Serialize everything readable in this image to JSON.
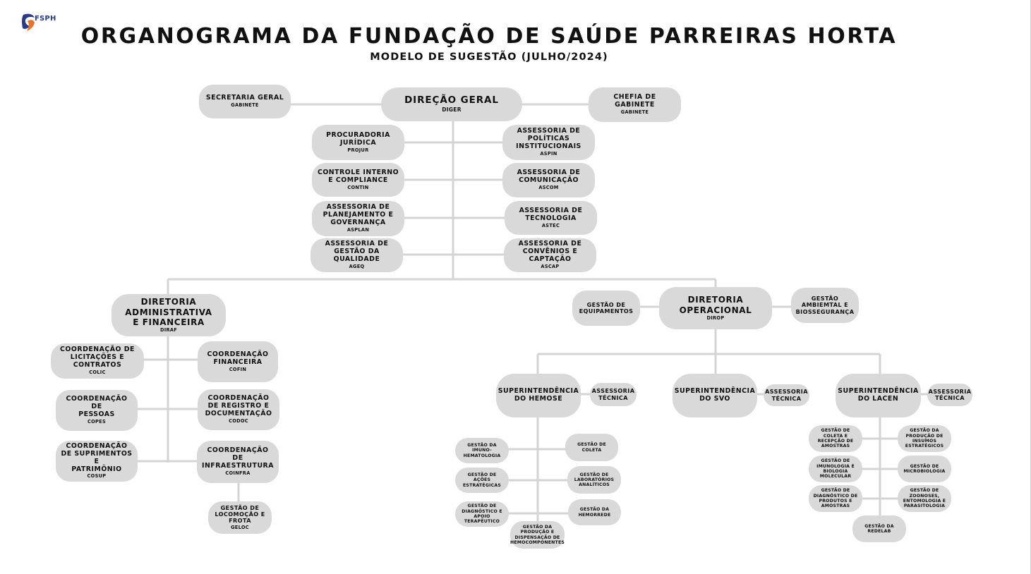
{
  "brand": {
    "logo_text": "FSPH",
    "colors": {
      "blue": "#2a3a8c",
      "orange": "#e8742b",
      "node": "#d9d9d9",
      "line": "#d4d4d4"
    }
  },
  "header": {
    "title": "ORGANOGRAMA DA FUNDAÇÃO DE SAÚDE PARREIRAS HORTA",
    "subtitle": "MODELO DE SUGESTÃO (JULHO/2024)"
  },
  "nodes": {
    "secretaria": {
      "title": "SECRETARIA GERAL",
      "sub": "GABINETE"
    },
    "diger": {
      "title": "DIREÇÃO GERAL",
      "sub": "DIGER"
    },
    "chefia": {
      "title": "CHEFIA DE\nGABINETE",
      "sub": "GABINETE"
    },
    "projur": {
      "title": "PROCURADORIA\nJURÍDICA",
      "sub": "PROJUR"
    },
    "contin": {
      "title": "CONTROLE INTERNO\nE COMPLIANCE",
      "sub": "CONTIN"
    },
    "asplan": {
      "title": "ASSESSORIA DE\nPLANEJAMENTO E\nGOVERNANÇA",
      "sub": "ASPLAN"
    },
    "ageq": {
      "title": "ASSESSORIA DE\nGESTÃO DA\nQUALIDADE",
      "sub": "AGEQ"
    },
    "aspin": {
      "title": "ASSESSORIA DE\nPOLÍTICAS\nINSTITUCIONAIS",
      "sub": "ASPIN"
    },
    "ascom": {
      "title": "ASSESSORIA DE\nCOMUNICAÇÃO",
      "sub": "ASCOM"
    },
    "astec": {
      "title": "ASSESSORIA DE\nTECNOLOGIA",
      "sub": "ASTEC"
    },
    "ascap": {
      "title": "ASSESSORIA DE\nCONVÊNIOS E\nCAPTAÇÃO",
      "sub": "ASCAP"
    },
    "diraf": {
      "title": "DIRETORIA\nADMINISTRATIVA\nE FINANCEIRA",
      "sub": "DIRAF"
    },
    "colic": {
      "title": "COORDENAÇÃO DE\nLICITAÇÕES E\nCONTRATOS",
      "sub": "COLIC"
    },
    "copes": {
      "title": "COORDENAÇÃO DE\nPESSOAS",
      "sub": "COPES"
    },
    "cosup": {
      "title": "COORDENAÇÃO\nDE SUPRIMENTOS E\nPATRIMÔNIO",
      "sub": "COSUP"
    },
    "cofin": {
      "title": "COORDENAÇÃO\nFINANCEIRA",
      "sub": "COFIN"
    },
    "codoc": {
      "title": "COORDENAÇÃO\nDE REGISTRO E\nDOCUMENTAÇÃO",
      "sub": "CODOC"
    },
    "coinfra": {
      "title": "COORDENAÇÃO DE\nINFRAESTRUTURA",
      "sub": "COINFRA"
    },
    "geloc": {
      "title": "GESTÃO DE\nLOCOMOÇÃO E\nFROTA",
      "sub": "GELOC"
    },
    "dirop": {
      "title": "DIRETORIA\nOPERACIONAL",
      "sub": "DIROP"
    },
    "gequip": {
      "title": "GESTÃO DE\nEQUIPAMENTOS",
      "sub": ""
    },
    "gamb": {
      "title": "GESTÃO\nAMBIEMTAL E\nBIOSSEGURANÇA",
      "sub": ""
    },
    "hemose": {
      "title": "SUPERINTENDÊNCIA\nDO HEMOSE",
      "sub": ""
    },
    "tec_hemose": {
      "title": "ASSESSORIA\nTÉCNICA",
      "sub": ""
    },
    "svo": {
      "title": "SUPERINTENDÊNCIA\nDO SVO",
      "sub": ""
    },
    "tec_svo": {
      "title": "ASSESSORIA\nTÉCNICA",
      "sub": ""
    },
    "lacen": {
      "title": "SUPERINTENDÊNCIA\nDO LACEN",
      "sub": ""
    },
    "tec_lacen": {
      "title": "ASSESSORIA\nTÉCNICA",
      "sub": ""
    },
    "h_imuno": {
      "title": "GESTÃO DA\nIMUNO-\nHEMATOLOGIA",
      "sub": ""
    },
    "h_acoes": {
      "title": "GESTÃO DE AÇÕES\nESTRATÉGICAS",
      "sub": ""
    },
    "h_diag": {
      "title": "GESTÃO DE\nDIAGNÓSTICO E\nAPOIO\nTERAPÊUTICO",
      "sub": ""
    },
    "h_coleta": {
      "title": "GESTÃO DE\nCOLETA",
      "sub": ""
    },
    "h_lab": {
      "title": "GESTÃO DE\nLABORATÓRIOS\nANALÍTICOS",
      "sub": ""
    },
    "h_hemorrede": {
      "title": "GESTÃO DA\nHEMORREDE",
      "sub": ""
    },
    "h_producao": {
      "title": "GESTÃO DA\nPRODUÇÃO E\nDISPENSAÇÃO DE\nHEMOCOMPONENTES",
      "sub": ""
    },
    "l_coleta": {
      "title": "GESTÃO DE\nCOLETA E\nRECEPÇÃO DE\nAMOSTRAS",
      "sub": ""
    },
    "l_imuno": {
      "title": "GESTÃO DE\nIMUNOLOGIA E\nBIOLOGIA\nMOLECULAR",
      "sub": ""
    },
    "l_diag": {
      "title": "GESTÃO DE\nDIAGNÓSTICO DE\nPRODUTOS E\nAMOSTRAS",
      "sub": ""
    },
    "l_insumos": {
      "title": "GESTÃO DA\nPRODUÇÃO DE\nINSUMOS\nESTRATÉGICOS",
      "sub": ""
    },
    "l_micro": {
      "title": "GESTÃO DE\nMICROBIOLOGIA",
      "sub": ""
    },
    "l_zoo": {
      "title": "GESTÃO DE\nZOONOSES,\nENTOMOLOGIA E\nPARASITOLOGIA",
      "sub": ""
    },
    "l_redelab": {
      "title": "GESTÃO DA\nREDELAB",
      "sub": ""
    }
  }
}
